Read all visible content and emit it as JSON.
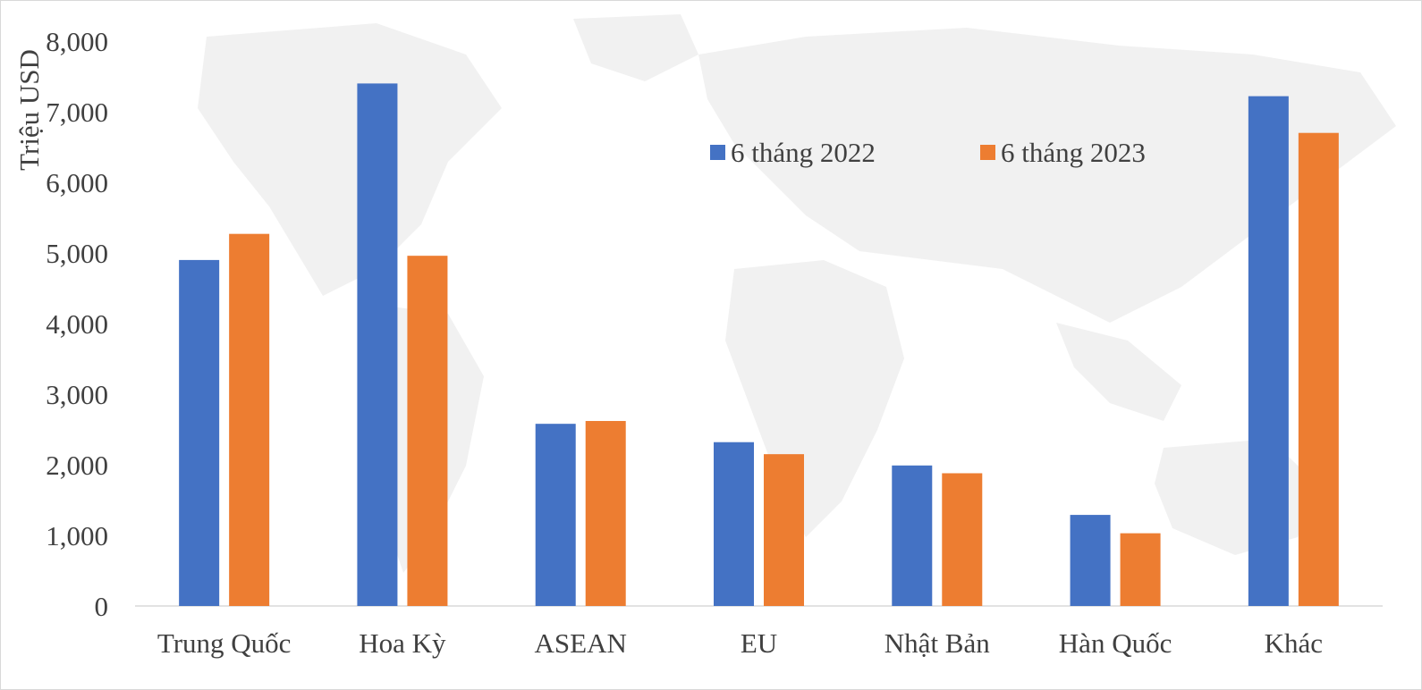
{
  "chart_data": {
    "type": "bar",
    "categories": [
      "Trung Quốc",
      "Hoa Kỳ",
      "ASEAN",
      "EU",
      "Nhật Bản",
      "Hàn Quốc",
      "Khác"
    ],
    "series": [
      {
        "name": "6 tháng 2022",
        "color": "#4472C4",
        "values": [
          4900,
          7400,
          2580,
          2320,
          1990,
          1290,
          7220
        ]
      },
      {
        "name": "6 tháng 2023",
        "color": "#ED7D31",
        "values": [
          5270,
          4960,
          2620,
          2150,
          1880,
          1030,
          6700
        ]
      }
    ],
    "title": "",
    "xlabel": "",
    "ylabel": "Triệu USD",
    "ylim": [
      0,
      8000
    ],
    "yticks": [
      0,
      1000,
      2000,
      3000,
      4000,
      5000,
      6000,
      7000,
      8000
    ],
    "ytick_labels": [
      "0",
      "1,000",
      "2,000",
      "3,000",
      "4,000",
      "5,000",
      "6,000",
      "7,000",
      "8,000"
    ],
    "grid": false,
    "legend_position": "top-right",
    "background": "world-map-watermark",
    "axis_color": "#d9d9d9"
  }
}
